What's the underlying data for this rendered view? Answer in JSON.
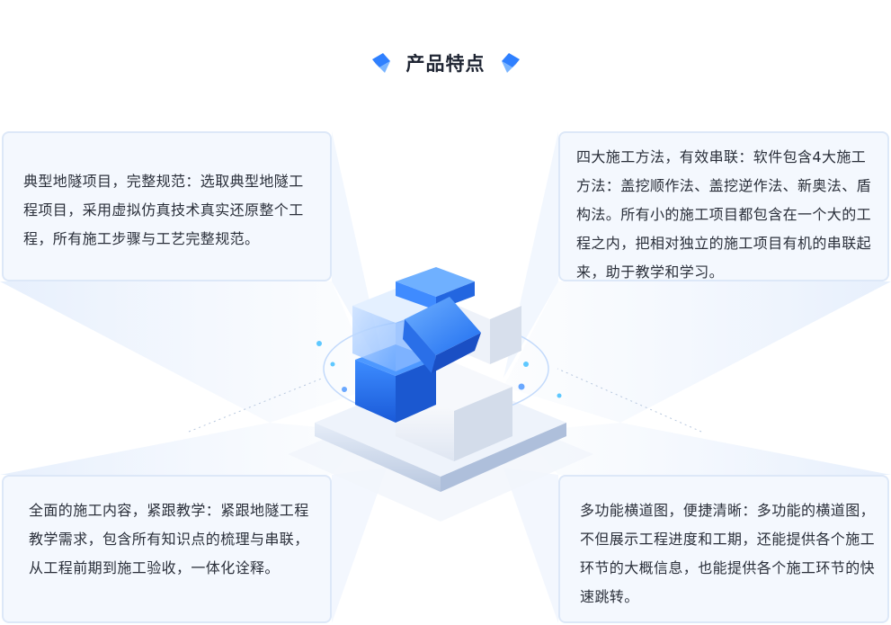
{
  "section": {
    "title": "产品特点"
  },
  "features": [
    {
      "text": "典型地隧项目，完整规范：选取典型地隧工程项目，采用虚拟仿真技术真实还原整个工程，所有施工步骤与工艺完整规范。"
    },
    {
      "text": "四大施工方法，有效串联：软件包含4大施工方法：盖挖顺作法、盖挖逆作法、新奥法、盾构法。所有小的施工项目都包含在一个大的工程之内，把相对独立的施工项目有机的串联起来，助于教学和学习。"
    },
    {
      "text": "全面的施工内容，紧跟教学：紧跟地隧工程教学需求，包含所有知识点的梳理与串联，从工程前期到施工验收，一体化诠释。"
    },
    {
      "text": "多功能横道图，便捷清晰：多功能的横道图，不但展示工程进度和工期，还能提供各个施工环节的大概信息，也能提供各个施工环节的快速跳转。"
    }
  ],
  "icons": {
    "title_left": "left-diamond-arrow-icon",
    "title_right": "right-diamond-arrow-icon",
    "center": "stacked-cubes-icon"
  },
  "colors": {
    "accent": "#2f80ff",
    "card_bg": "#f4f8fe",
    "card_border": "#dde8f8",
    "text": "#2a2f3a"
  }
}
